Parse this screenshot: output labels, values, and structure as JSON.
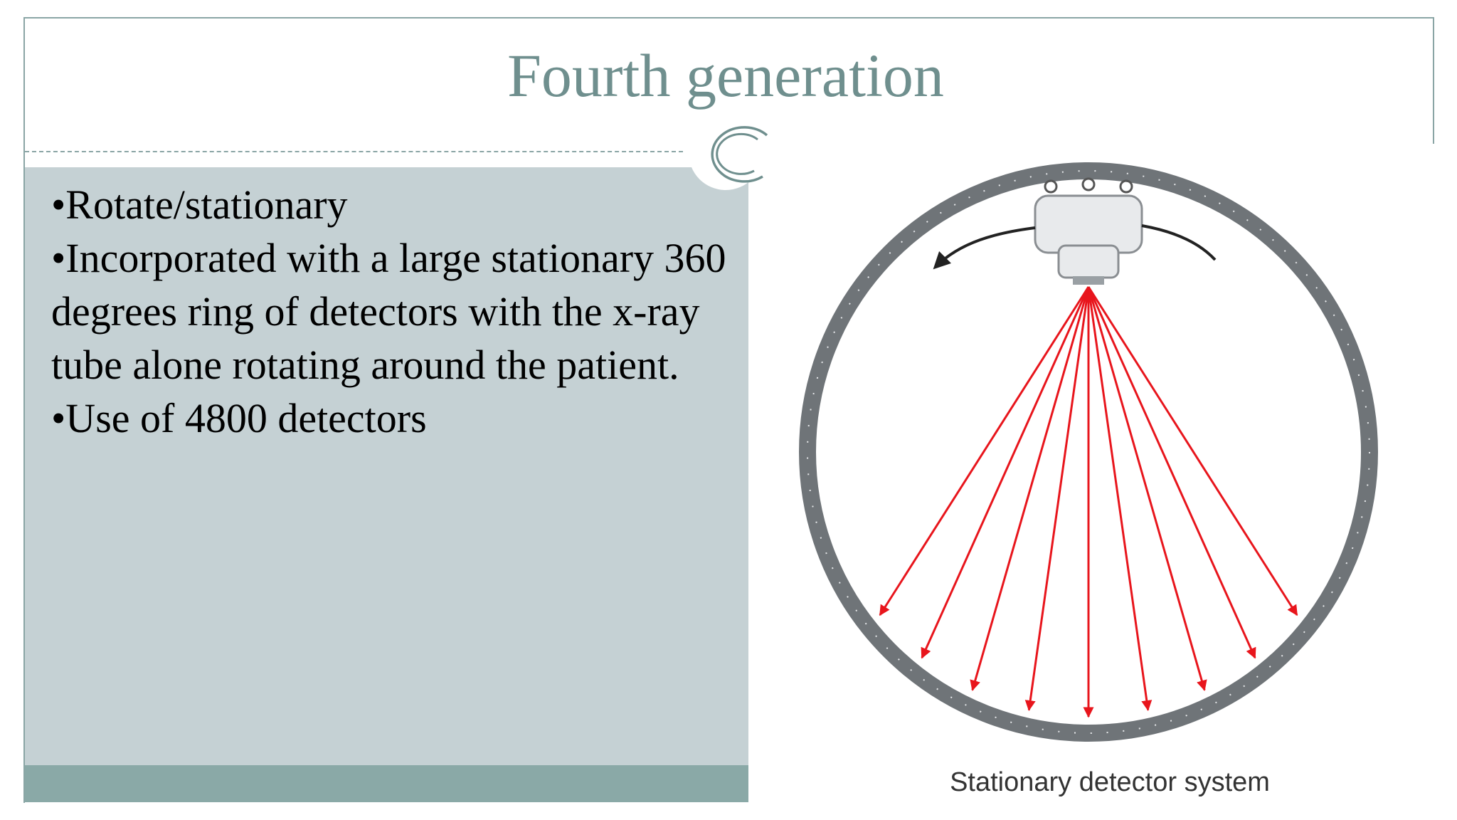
{
  "slide": {
    "title": "Fourth generation",
    "bullets": [
      "•Rotate/stationary",
      "•Incorporated with  a large stationary 360 degrees ring of detectors  with the x-ray tube alone rotating around the patient.",
      "•Use of  4800 detectors"
    ]
  },
  "figure": {
    "caption": "Stationary detector system",
    "icon": "ct-stationary-detector-ring",
    "beam_color": "#e8151c",
    "ring_color": "#6f7478",
    "beam_count": 9
  },
  "colors": {
    "title": "#6f8f8e",
    "panel": "#c5d1d4",
    "footer": "#8aa9a7",
    "frame": "#8aa5a5"
  }
}
